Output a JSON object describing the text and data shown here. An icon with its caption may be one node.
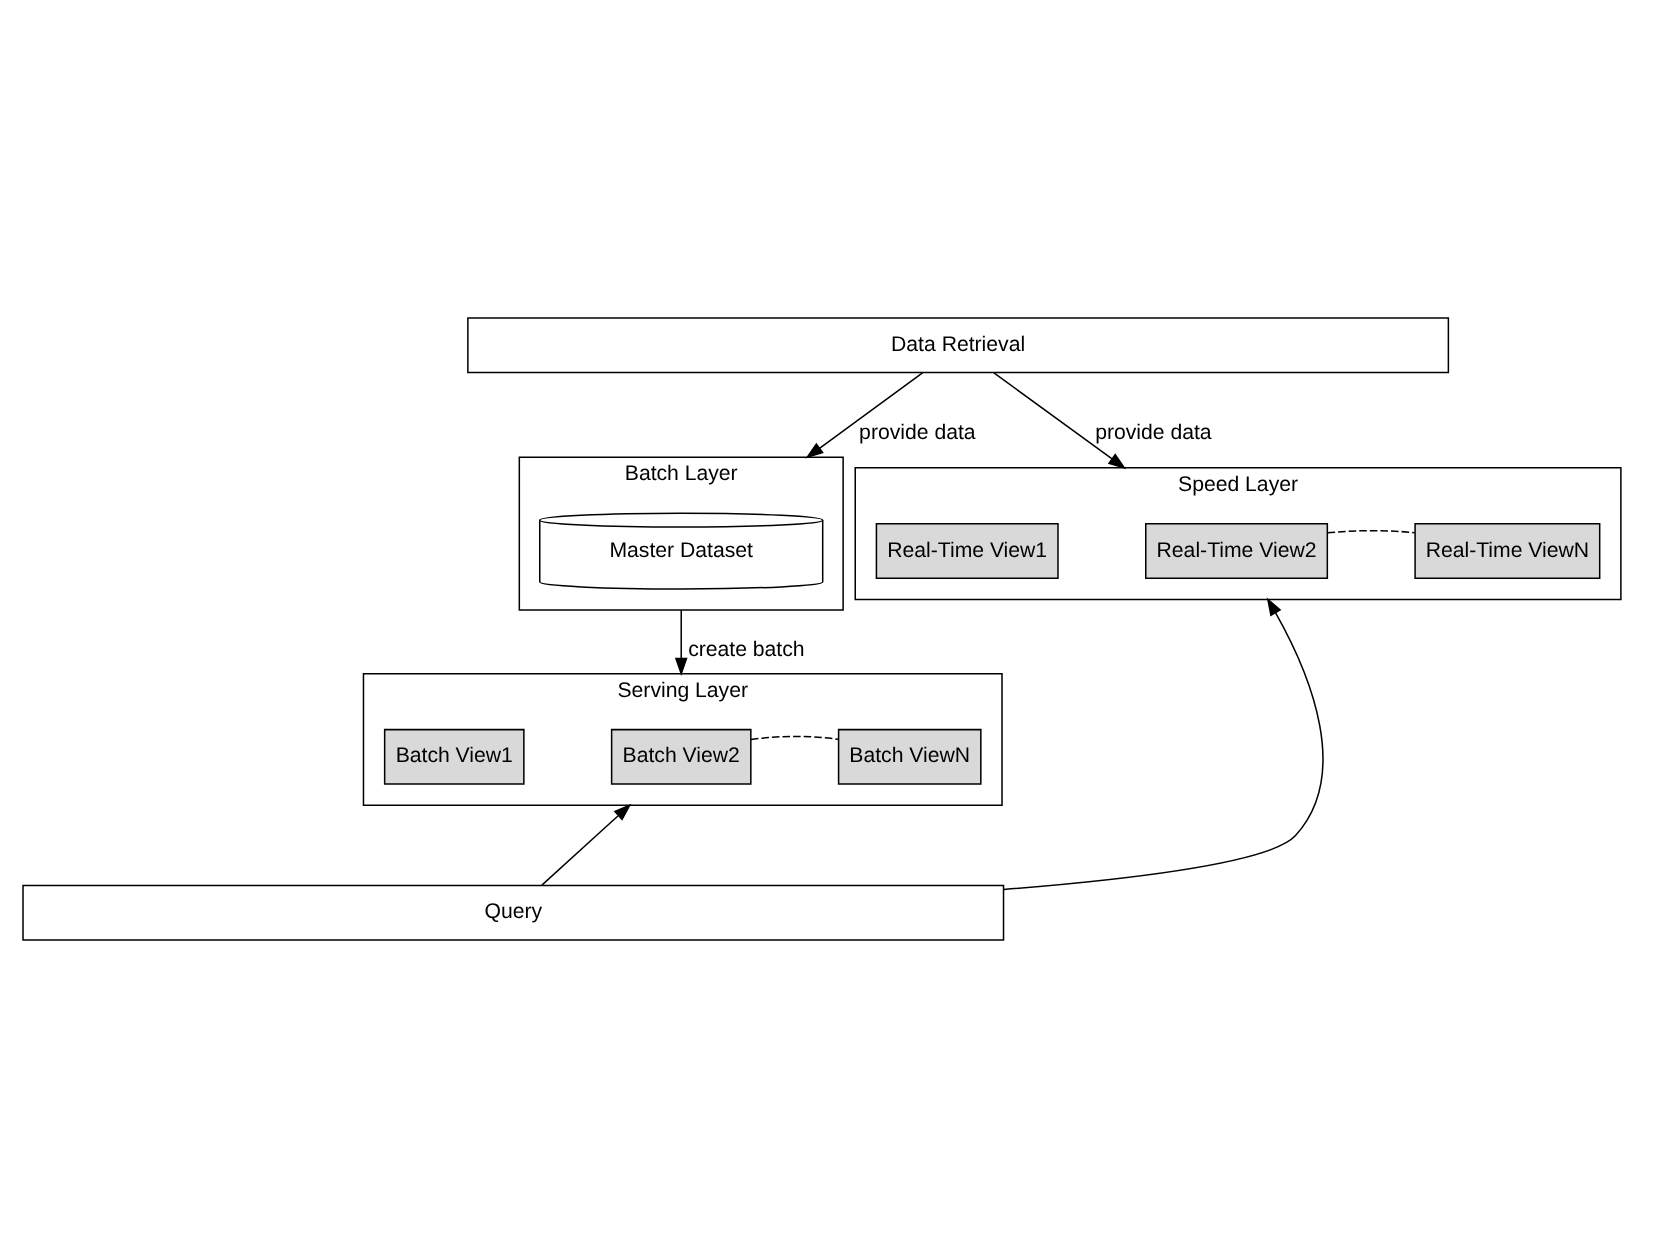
{
  "diagram": {
    "nodes": [
      {
        "text": [
          "Data Retrieval"
        ]
      },
      {
        "text": [
          "Batch Layer"
        ]
      },
      {
        "text": [
          "Master Dataset"
        ],
        "in": 1
      },
      {
        "text": [
          "Speed Layer"
        ]
      },
      {
        "text": [
          "Real-Time View1"
        ],
        "in": 3
      },
      {
        "text": [
          "Real-Time View2"
        ],
        "in": 3
      },
      {
        "text": [
          "Real-Time ViewN"
        ],
        "in": 3
      },
      {
        "text": [
          "Serving Layer"
        ]
      },
      {
        "text": [
          "Batch View1"
        ],
        "in": 7
      },
      {
        "text": [
          "Batch View2"
        ],
        "in": 7
      },
      {
        "text": [
          "Batch ViewN"
        ],
        "in": 7
      },
      {
        "text": [
          "Query"
        ]
      }
    ],
    "edges": [
      {
        "from": 0,
        "to": 1,
        "arrow": "to",
        "label": "provide data"
      },
      {
        "from": 0,
        "to": 3,
        "arrow": "to",
        "label": "provide data"
      },
      {
        "from": 1,
        "to": 7,
        "arrow": "to",
        "label": "create batch"
      },
      {
        "from": 5,
        "to": 6,
        "arrow": "none",
        "style": "dashed"
      },
      {
        "from": 9,
        "to": 10,
        "arrow": "none",
        "style": "dashed"
      },
      {
        "from": 11,
        "to": 7,
        "arrow": "to"
      },
      {
        "from": 11,
        "to": 3,
        "arrow": "to"
      }
    ]
  }
}
